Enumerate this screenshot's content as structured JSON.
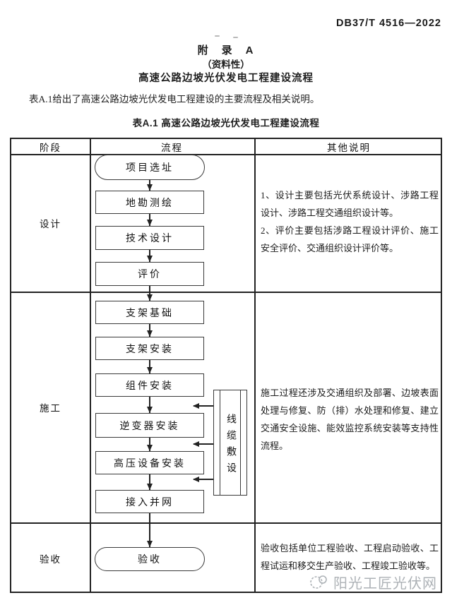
{
  "header": {
    "doc_number": "DB37/T 4516—2022"
  },
  "titles": {
    "appendix_label": "附　录　A",
    "appendix_note": "（资料性）",
    "appendix_title": "高速公路边坡光伏发电工程建设流程"
  },
  "intro": {
    "text": "表A.1给出了高速公路边坡光伏发电工程建设的主要流程及相关说明。"
  },
  "table": {
    "caption": "表A.1 高速公路边坡光伏发电工程建设流程",
    "headers": [
      "阶段",
      "流程",
      "其他说明"
    ],
    "rows": [
      {
        "stage": "设计",
        "notes": [
          "1、设计主要包括光伏系统设计、涉路工程设计、涉路工程交通组织设计等。",
          "2、评价主要包括涉路工程设计评价、施工安全评价、交通组织设计评价等。"
        ]
      },
      {
        "stage": "施工",
        "notes": [
          "施工过程还涉及交通组织及部署、边坡表面处理与修复、防（排）水处理和修复、建立交通安全设施、能效监控系统安装等支持性流程。"
        ]
      },
      {
        "stage": "验收",
        "notes": [
          "验收包括单位工程验收、工程启动验收、工程试运和移交生产验收、工程竣工验收等。"
        ]
      }
    ]
  },
  "flow": {
    "design_steps": [
      "项目选址",
      "地勘测绘",
      "技术设计",
      "评价"
    ],
    "construction_steps": [
      "支架基础",
      "支架安装",
      "组件安装",
      "逆变器安装",
      "高压设备安装",
      "接入并网"
    ],
    "acceptance_step": "验收",
    "side_process": "线缆敷设"
  },
  "watermark": {
    "text": "阳光工匠光伏网"
  },
  "colors": {
    "border": "#222222",
    "watermark": "#a9aeb3",
    "paper": "#ffffff"
  }
}
